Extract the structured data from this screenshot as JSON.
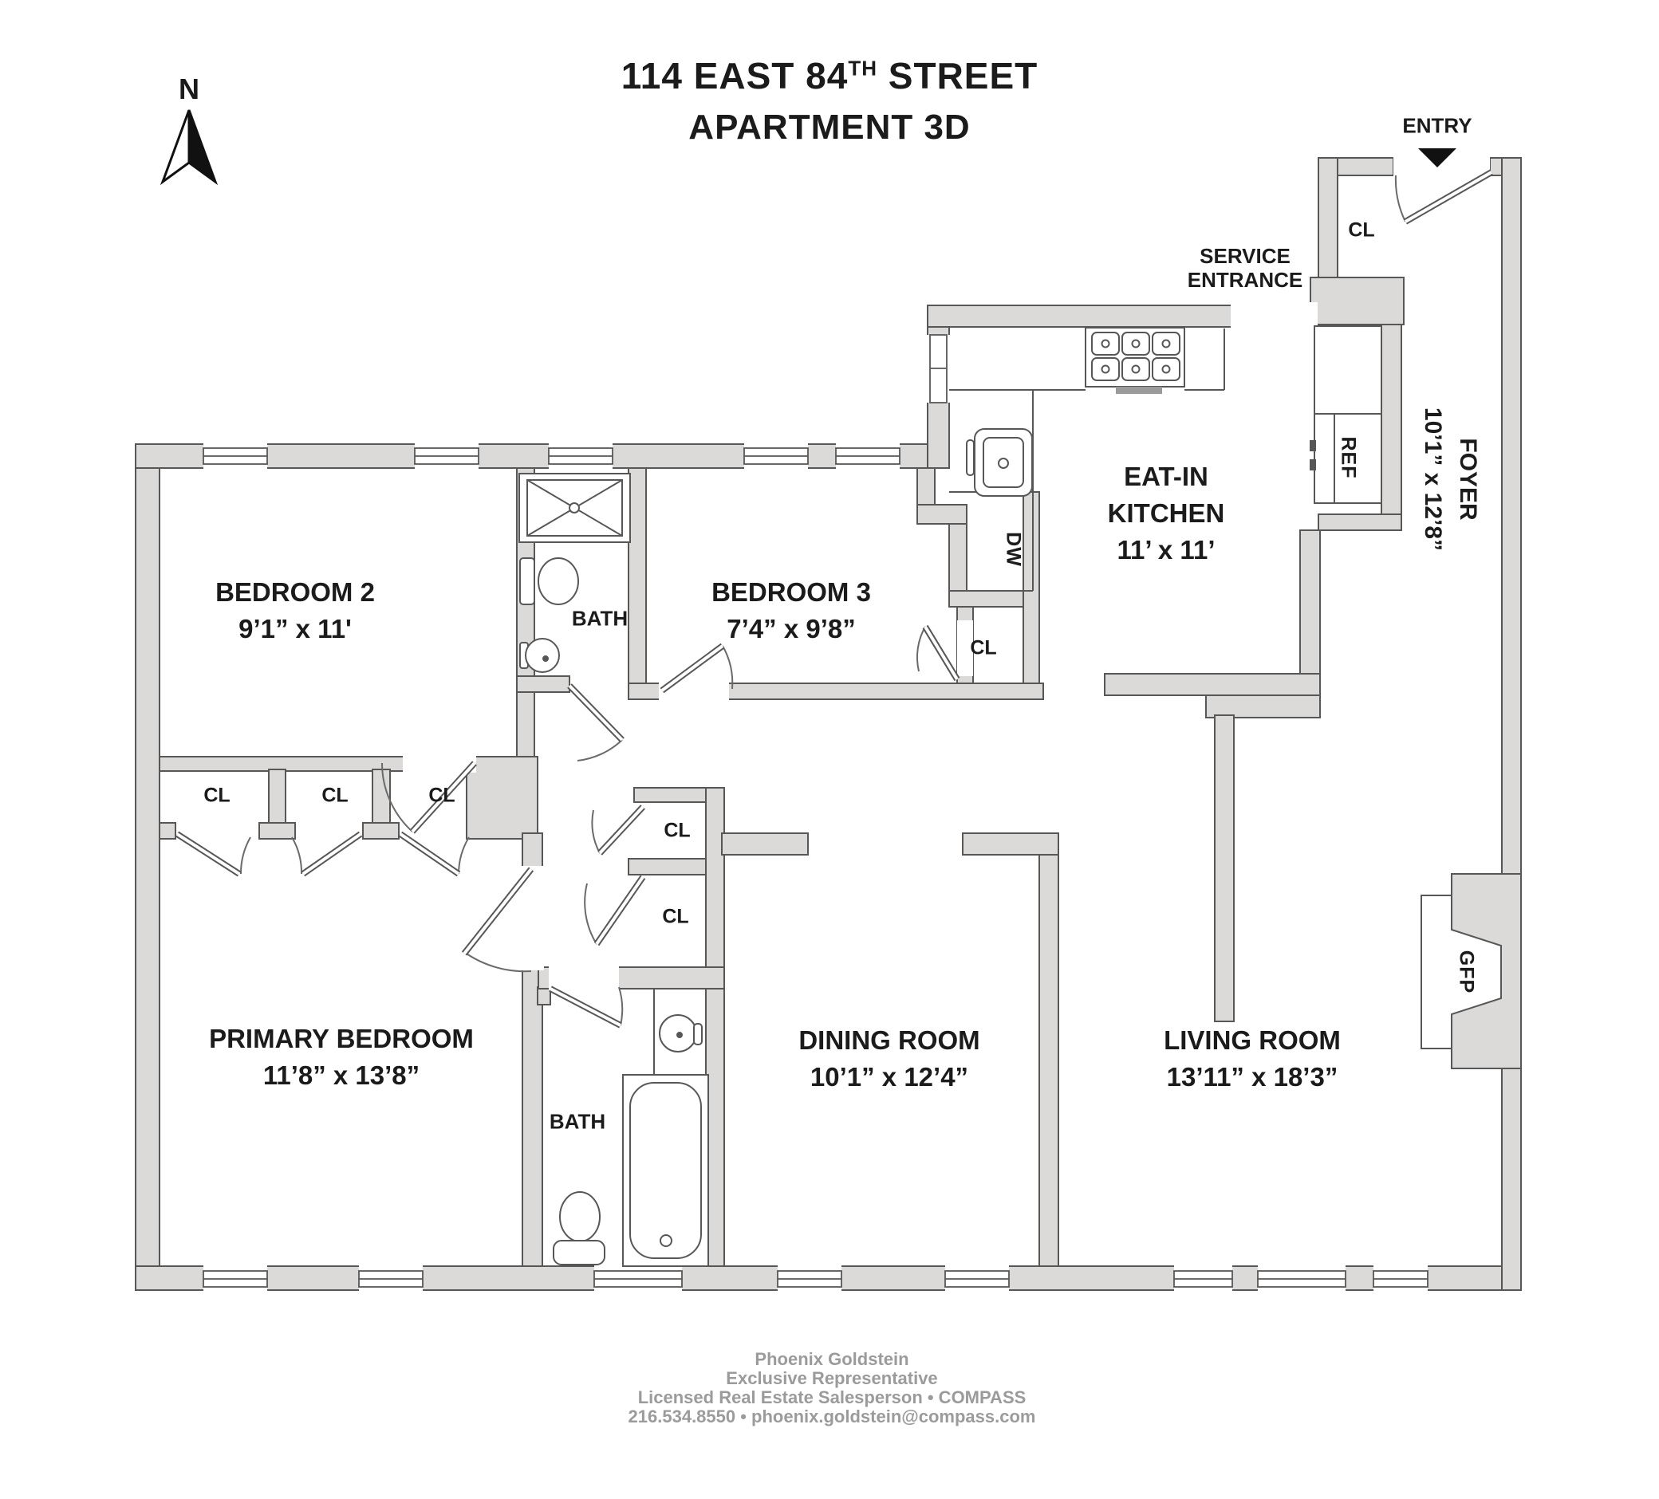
{
  "colors": {
    "wall_fill": "#dbdad8",
    "wall_stroke": "#575757",
    "text": "#1b1b1b",
    "footer_text": "#9b9b9b"
  },
  "title": {
    "address_prefix": "114 EAST 84",
    "address_sup": "TH",
    "address_suffix": " STREET",
    "apartment": "APARTMENT 3D"
  },
  "compass": {
    "north_label": "N"
  },
  "entry": {
    "label": "ENTRY"
  },
  "service_entrance": {
    "line1": "SERVICE",
    "line2": "ENTRANCE"
  },
  "labels": {
    "closet": "CL",
    "bath": "BATH"
  },
  "rooms": {
    "bedroom2": {
      "name": "BEDROOM 2",
      "dims": "9’1” x 11'"
    },
    "bedroom3": {
      "name": "BEDROOM 3",
      "dims": "7’4” x 9’8”"
    },
    "eat_in_kitchen": {
      "name_line1": "EAT-IN",
      "name_line2": "KITCHEN",
      "dims": "11’ x 11’"
    },
    "foyer": {
      "name": "FOYER",
      "dims": "10’1” x 12’8”"
    },
    "primary_bedroom": {
      "name": "PRIMARY BEDROOM",
      "dims": "11’8” x 13’8”"
    },
    "dining_room": {
      "name": "DINING ROOM",
      "dims": "10’1” x 12’4”"
    },
    "living_room": {
      "name": "LIVING ROOM",
      "dims": "13’11” x 18’3”"
    }
  },
  "appliances": {
    "refrigerator": "REF",
    "dishwasher": "DW",
    "fireplace": "GFP"
  },
  "footer": {
    "line1": "Phoenix Goldstein",
    "line2": "Exclusive Representative",
    "line3": "Licensed Real Estate Salesperson • COMPASS",
    "line4": "216.534.8550 • phoenix.goldstein@compass.com"
  }
}
